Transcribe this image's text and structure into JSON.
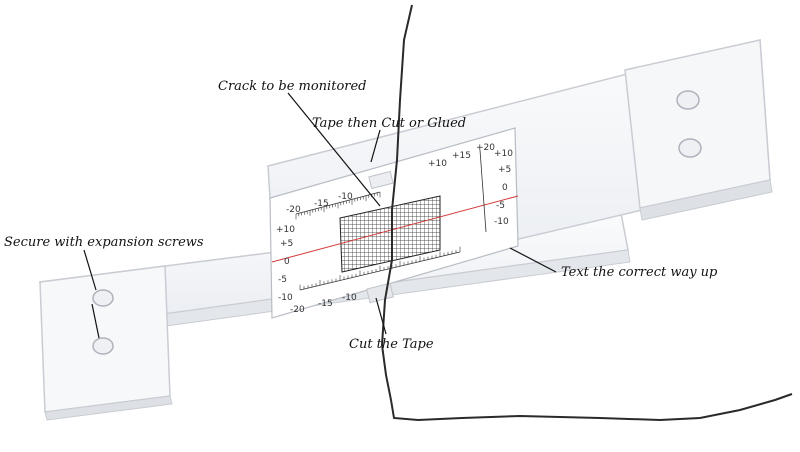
{
  "annotations": {
    "crack": "Crack to be  monitored",
    "tape_cut_or_glued": "Tape then Cut or Glued",
    "secure_screws": "Secure with expansion screws",
    "text_correct_way": "Text the correct way up",
    "cut_tape": "Cut  the Tape"
  },
  "scale_labels": {
    "top_row": [
      "-20",
      "-15",
      "-10"
    ],
    "left_col": [
      "+10",
      "+5",
      "0",
      "-5",
      "-10"
    ],
    "right_col": [
      "+10",
      "+5",
      "0",
      "-5",
      "-10"
    ],
    "right_top": [
      "+10",
      "+15",
      "+20"
    ],
    "bottom_row": [
      "-20",
      "-15",
      "-10"
    ]
  },
  "colors": {
    "ink": "#111111",
    "crack_line": "#2a2a2a",
    "plate_edge": "#c9ccd2",
    "plate_fill": "#f4f6f9",
    "grid": "#222222",
    "red_line": "#d23a3a"
  }
}
